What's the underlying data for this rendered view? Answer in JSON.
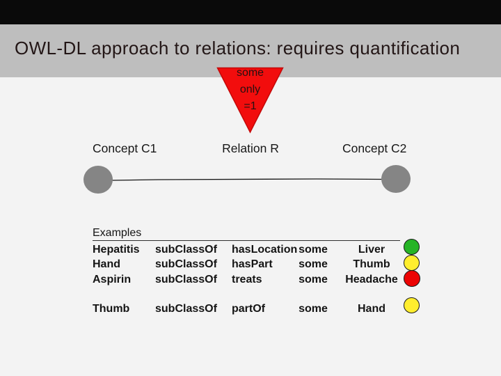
{
  "slide": {
    "title": "OWL-DL approach to relations: requires quantification",
    "top_bar_color": "#0a0a0a",
    "title_band_color": "#bebebe",
    "background_color": "#f3f3f3"
  },
  "diagram": {
    "quantifier": {
      "lines": [
        "some",
        "only",
        "=1"
      ],
      "fill_color": "#f20d0d",
      "stroke_color": "#c40808"
    },
    "labels": {
      "left": "Concept C1",
      "middle": "Relation R",
      "right": "Concept C2"
    },
    "node_color": "#858585",
    "connector_color": "#151515"
  },
  "examples": {
    "heading": "Examples",
    "rows": [
      {
        "cells": [
          "Hepatitis",
          "subClassOf",
          "hasLocation",
          "some",
          "Liver"
        ],
        "status": "green",
        "status_color": "#26b426"
      },
      {
        "cells": [
          "Hand",
          "subClassOf",
          "hasPart",
          "some",
          "Thumb"
        ],
        "status": "yellow",
        "status_color": "#ffee2e"
      },
      {
        "cells": [
          "Aspirin",
          "subClassOf",
          "treats",
          "some",
          "Headache"
        ],
        "status": "red",
        "status_color": "#ec0404"
      },
      {
        "cells": [
          "Thumb",
          "subClassOf",
          "partOf",
          "some",
          "Hand"
        ],
        "status": "yellow",
        "status_color": "#ffee2e"
      }
    ]
  }
}
